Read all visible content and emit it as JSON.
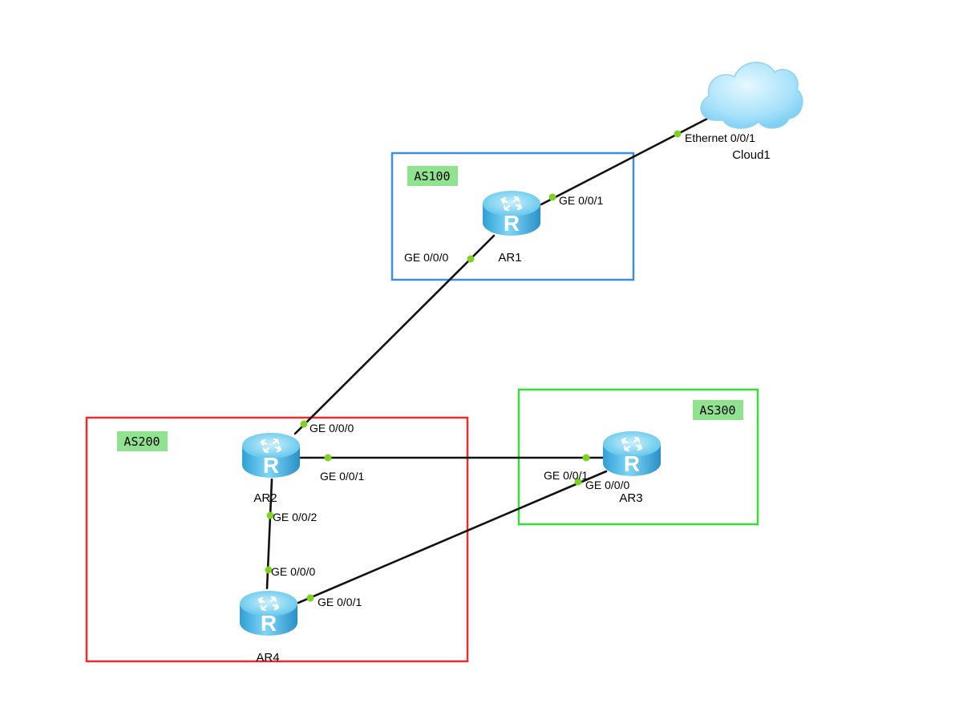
{
  "areas": [
    {
      "id": "as100",
      "label": "AS100",
      "color": "#3d8ee6"
    },
    {
      "id": "as200",
      "label": "AS200",
      "color": "#ee2a2a"
    },
    {
      "id": "as300",
      "label": "AS300",
      "color": "#34e034"
    }
  ],
  "label_bg": "#8fe38f",
  "devices": {
    "ar1": {
      "label": "AR1",
      "type": "router"
    },
    "ar2": {
      "label": "AR2",
      "type": "router"
    },
    "ar3": {
      "label": "AR3",
      "type": "router"
    },
    "ar4": {
      "label": "AR4",
      "type": "router"
    },
    "cloud1": {
      "label": "Cloud1",
      "type": "cloud"
    }
  },
  "links": [
    {
      "from": "cloud1",
      "from_port": "Ethernet 0/0/1",
      "to": "ar1",
      "to_port": "GE 0/0/1"
    },
    {
      "from": "ar1",
      "from_port": "GE 0/0/0",
      "to": "ar2",
      "to_port": "GE 0/0/0"
    },
    {
      "from": "ar2",
      "from_port": "GE 0/0/1",
      "to": "ar3",
      "to_port": "GE 0/0/1"
    },
    {
      "from": "ar2",
      "from_port": "GE 0/0/2",
      "to": "ar4",
      "to_port": "GE 0/0/0"
    },
    {
      "from": "ar4",
      "from_port": "GE 0/0/1",
      "to": "ar3",
      "to_port": "GE 0/0/0"
    }
  ],
  "router_icon": "router-icon",
  "cloud_icon": "cloud-icon",
  "router_color": "#49b9e6",
  "port_dot_color": "#7ed321"
}
